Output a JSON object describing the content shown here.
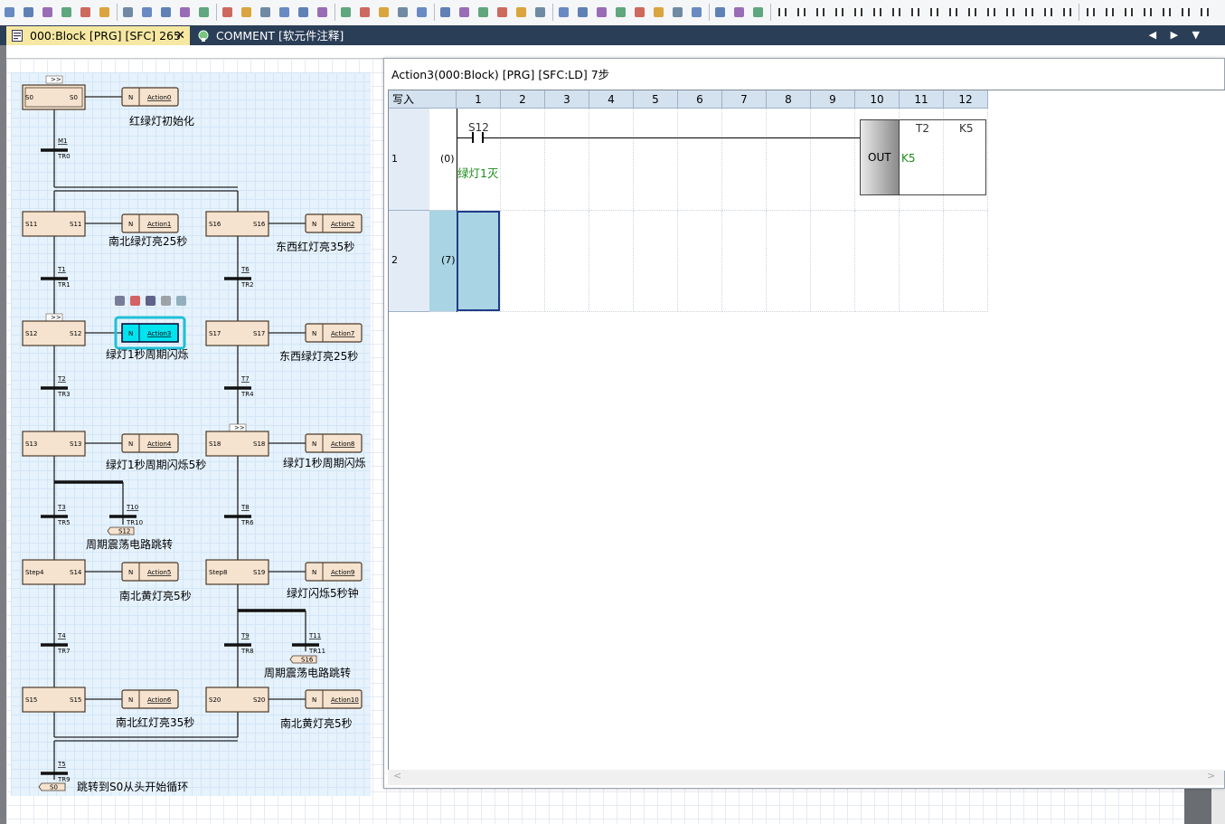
{
  "toolbar": {
    "icons": [
      "program-icon",
      "device-icon",
      "device-icon",
      "device-icon",
      "grid-icon",
      "find-icon",
      "monitor-icon",
      "list-icon",
      "write-icon",
      "check-icon",
      "convert-icon",
      "tool-icon",
      "zoom-icon",
      "comment-icon",
      "ladder-icon",
      "contact-icon",
      "coil-icon"
    ]
  },
  "tabs": [
    {
      "label": "000:Block [PRG] [SFC] 265步",
      "close": "✕",
      "active": true
    },
    {
      "label": "COMMENT [软元件注释]",
      "active": false
    }
  ],
  "tab_nav": "◀ ▶ ▼",
  "sfc": {
    "steps": [
      {
        "id": "s0",
        "left": "S0",
        "right": "S0",
        "initial": true,
        "action": "Action0",
        "comment": "红绿灯初始化"
      },
      {
        "id": "s11",
        "left": "S11",
        "right": "S11",
        "action": "Action1",
        "comment": "南北绿灯亮25秒"
      },
      {
        "id": "s16",
        "left": "S16",
        "right": "S16",
        "action": "Action2",
        "comment": "东西红灯亮35秒"
      },
      {
        "id": "s12",
        "left": "S12",
        "right": "S12",
        "action": "Action3",
        "comment": "绿灯1秒周期闪烁",
        "selected": true
      },
      {
        "id": "s17",
        "left": "S17",
        "right": "S17",
        "action": "Action7",
        "comment": "东西绿灯亮25秒"
      },
      {
        "id": "s13",
        "left": "S13",
        "right": "S13",
        "action": "Action4",
        "comment": "绿灯1秒周期闪烁5秒"
      },
      {
        "id": "s18",
        "left": "S18",
        "right": "S18",
        "action": "Action8",
        "comment": "绿灯1秒周期闪烁"
      },
      {
        "id": "s14",
        "left": "Step4",
        "right": "S14",
        "action": "Action5",
        "comment": "南北黄灯亮5秒"
      },
      {
        "id": "s19",
        "left": "Step8",
        "right": "S19",
        "action": "Action9",
        "comment": "绿灯闪烁5秒钟"
      },
      {
        "id": "s15",
        "left": "S15",
        "right": "S15",
        "action": "Action6",
        "comment": "南北红灯亮35秒"
      },
      {
        "id": "s20",
        "left": "S20",
        "right": "S20",
        "action": "Action10",
        "comment": "南北黄灯亮5秒"
      }
    ],
    "qualifier": "N",
    "jump_marker": ">>",
    "transitions": [
      {
        "name": "M1",
        "label": "TR0"
      },
      {
        "name": "T1",
        "label": "TR1"
      },
      {
        "name": "T6",
        "label": "TR2"
      },
      {
        "name": "T2",
        "label": "TR3"
      },
      {
        "name": "T7",
        "label": "TR4"
      },
      {
        "name": "T3",
        "label": "TR5"
      },
      {
        "name": "T10",
        "label": "TR10"
      },
      {
        "name": "T8",
        "label": "TR6"
      },
      {
        "name": "T4",
        "label": "TR7"
      },
      {
        "name": "T9",
        "label": "TR8"
      },
      {
        "name": "T11",
        "label": "TR11"
      },
      {
        "name": "T5",
        "label": "TR9"
      }
    ],
    "jumps": [
      {
        "target": "S12",
        "comment": "周期震荡电路跳转"
      },
      {
        "target": "S16",
        "comment": "周期震荡电路跳转"
      },
      {
        "target": "S0",
        "comment": "跳转到S0从头开始循环"
      }
    ]
  },
  "ladder_window": {
    "title": "Action3(000:Block) [PRG] [SFC:LD] 7步",
    "mode_label": "写入",
    "columns": [
      "1",
      "2",
      "3",
      "4",
      "5",
      "6",
      "7",
      "8",
      "9",
      "10",
      "11",
      "12"
    ],
    "rows": [
      {
        "num": "1",
        "step": "(0)",
        "contact": "S12",
        "contact_comment": "绿灯1灭",
        "coil": "OUT",
        "coil_operand": "T2",
        "coil_value": "K5",
        "coil_operand2": "K5"
      },
      {
        "num": "2",
        "step": "(7)"
      }
    ]
  }
}
